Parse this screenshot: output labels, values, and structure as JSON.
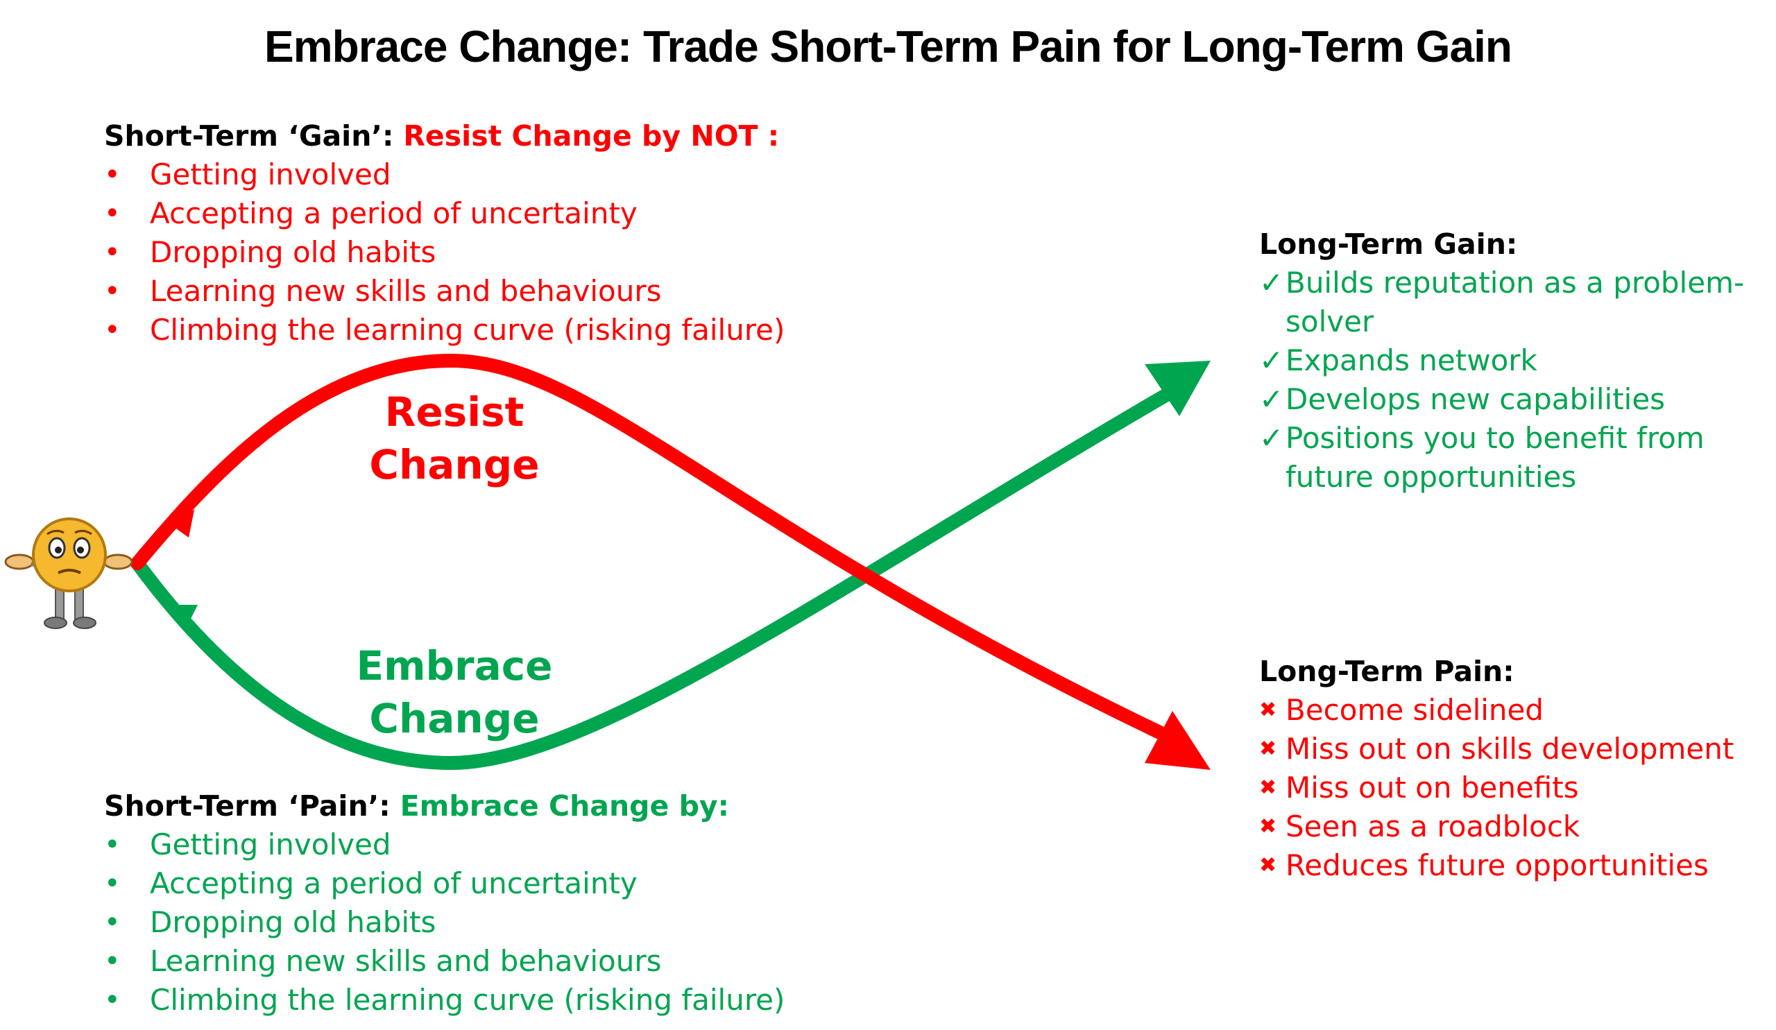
{
  "title": "Embrace Change: Trade Short-Term Pain for Long-Term Gain",
  "colors": {
    "red": "#ff0000",
    "green": "#00a550",
    "text": "#000000"
  },
  "short_term_gain": {
    "heading": "Short-Term ‘Gain’:",
    "highlight": "Resist Change by NOT :",
    "items": [
      "Getting involved",
      "Accepting a period of uncertainty",
      "Dropping old habits",
      "Learning new skills and behaviours",
      "Climbing the learning curve (risking failure)"
    ]
  },
  "short_term_pain": {
    "heading": "Short-Term ‘Pain’:",
    "highlight": "Embrace Change by:",
    "items": [
      "Getting involved",
      "Accepting a period of uncertainty",
      "Dropping old habits",
      "Learning new skills and behaviours",
      "Climbing the learning curve (risking failure)"
    ]
  },
  "long_term_gain": {
    "heading": "Long-Term Gain:",
    "items": [
      "Builds reputation as a problem-solver",
      "Expands network",
      "Develops new capabilities",
      "Positions you to benefit from future opportunities"
    ]
  },
  "long_term_pain": {
    "heading": "Long-Term Pain:",
    "items": [
      "Become sidelined",
      "Miss out on skills development",
      "Miss out on benefits",
      "Seen as a roadblock",
      "Reduces future opportunities"
    ]
  },
  "paths": {
    "resist_label_line1": "Resist",
    "resist_label_line2": "Change",
    "embrace_label_line1": "Embrace",
    "embrace_label_line2": "Change"
  },
  "icons": {
    "person": "confused-emoji-figure-icon",
    "bullet": "bullet-dot-icon",
    "check": "checkmark-icon",
    "cross": "cross-icon"
  }
}
